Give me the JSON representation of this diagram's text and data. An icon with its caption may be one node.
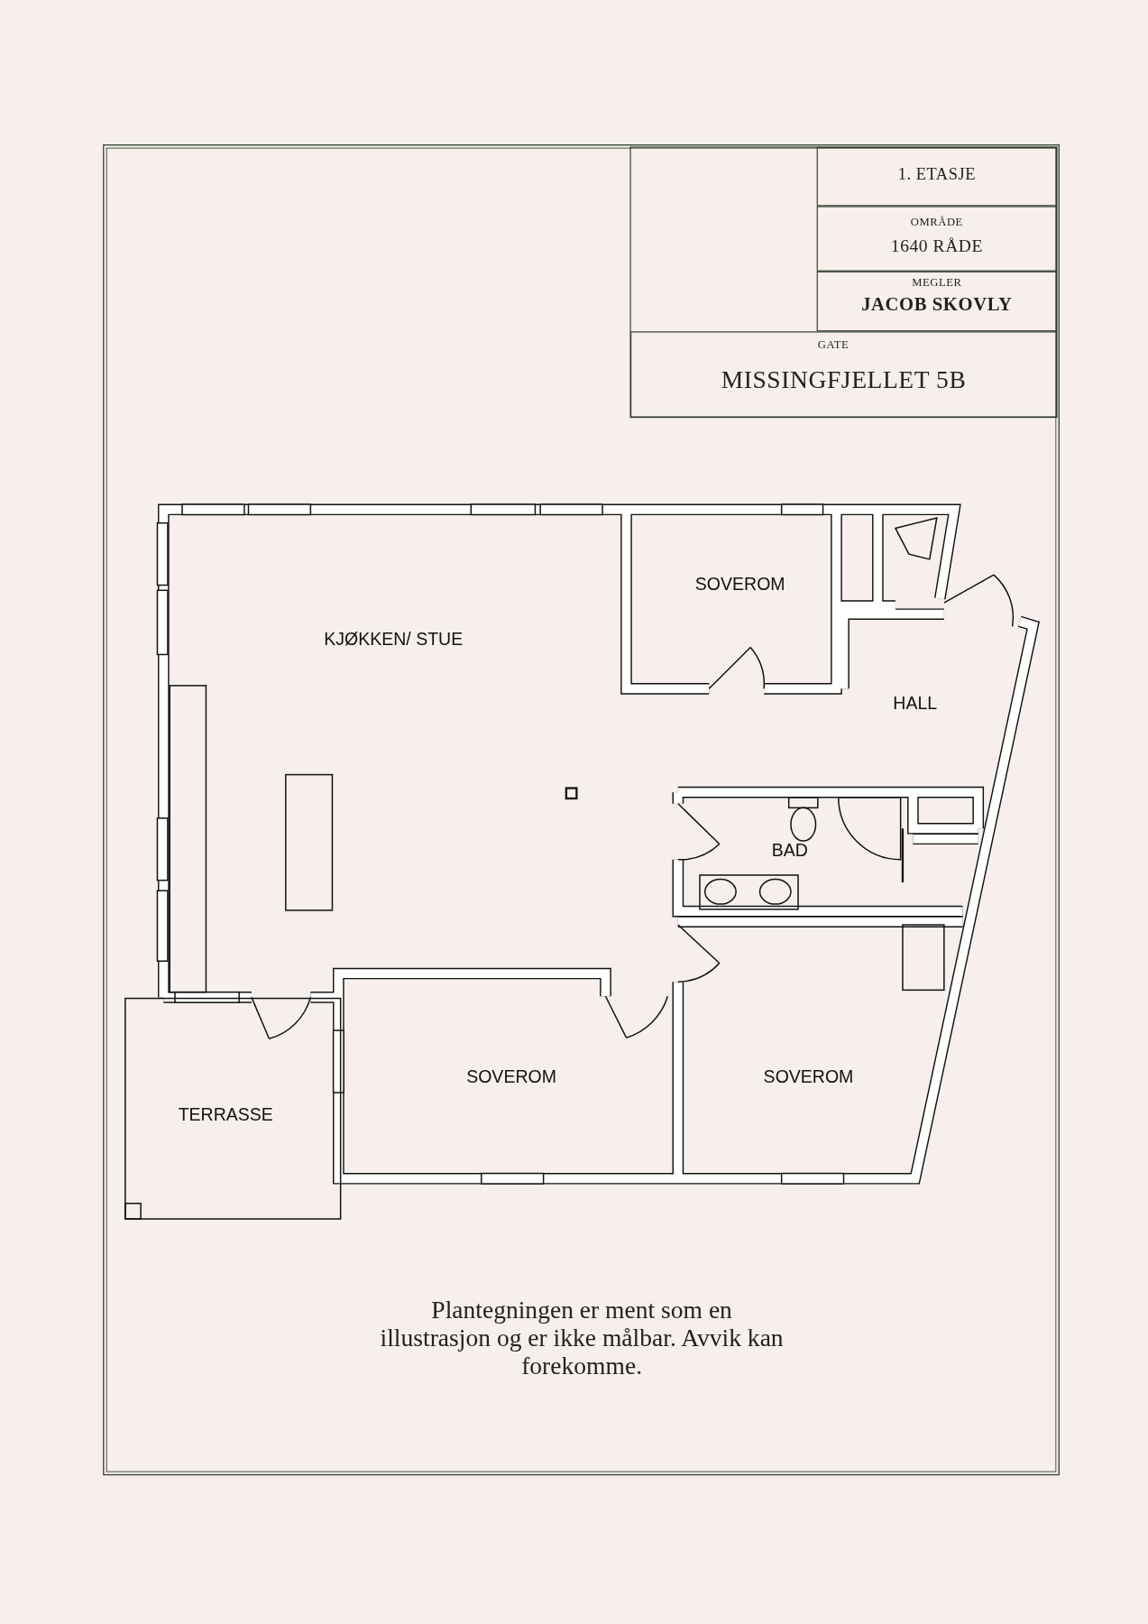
{
  "diagram": {
    "nodes": [
      {
        "text": [
          "1. ETASJE"
        ]
      },
      {
        "text": [
          "OMRÅDE",
          "1640 RÅDE"
        ]
      },
      {
        "text": [
          "MEGLER",
          "JACOB SKOVLY"
        ]
      },
      {
        "text": [
          "GATE",
          "MISSINGFJELLET 5B"
        ]
      }
    ],
    "labels": [
      "SOVEROM",
      "KJØKKEN/ STUE",
      "HALL",
      "BAD",
      "SOVEROM",
      "SOVEROM",
      "TERRASSE",
      "Plantegningen er ment som en illustrasjon og er ikke målbar. Avvik kan forekomme."
    ]
  }
}
